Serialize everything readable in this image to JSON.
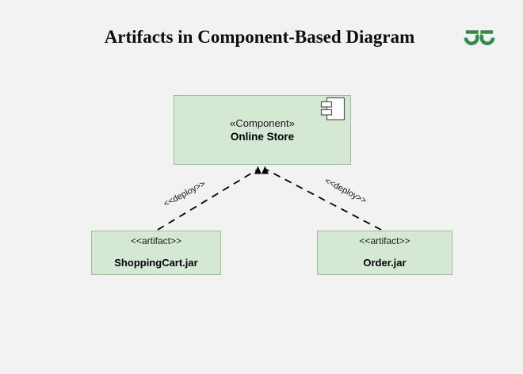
{
  "page": {
    "title": "Artifacts in Component-Based Diagram"
  },
  "brand": {
    "logo_icon": "geeksforgeeks-logo",
    "color": "#2f8d46"
  },
  "diagram": {
    "component": {
      "stereotype": "«Component»",
      "name": "Online Store",
      "icon": "component-icon"
    },
    "artifacts": [
      {
        "stereotype": "<<artifact>>",
        "name": "ShoppingCart.jar"
      },
      {
        "stereotype": "<<artifact>>",
        "name": "Order.jar"
      }
    ],
    "connectors": [
      {
        "label": "<<deploy>>",
        "from": "ShoppingCart.jar",
        "to": "Online Store",
        "style": "dashed-arrow"
      },
      {
        "label": "<<deploy>>",
        "from": "Order.jar",
        "to": "Online Store",
        "style": "dashed-arrow"
      }
    ],
    "colors": {
      "node_fill": "#d5e8d4",
      "node_border": "#9ebf9a",
      "edge": "#000000",
      "background": "#f2f2f2"
    }
  }
}
